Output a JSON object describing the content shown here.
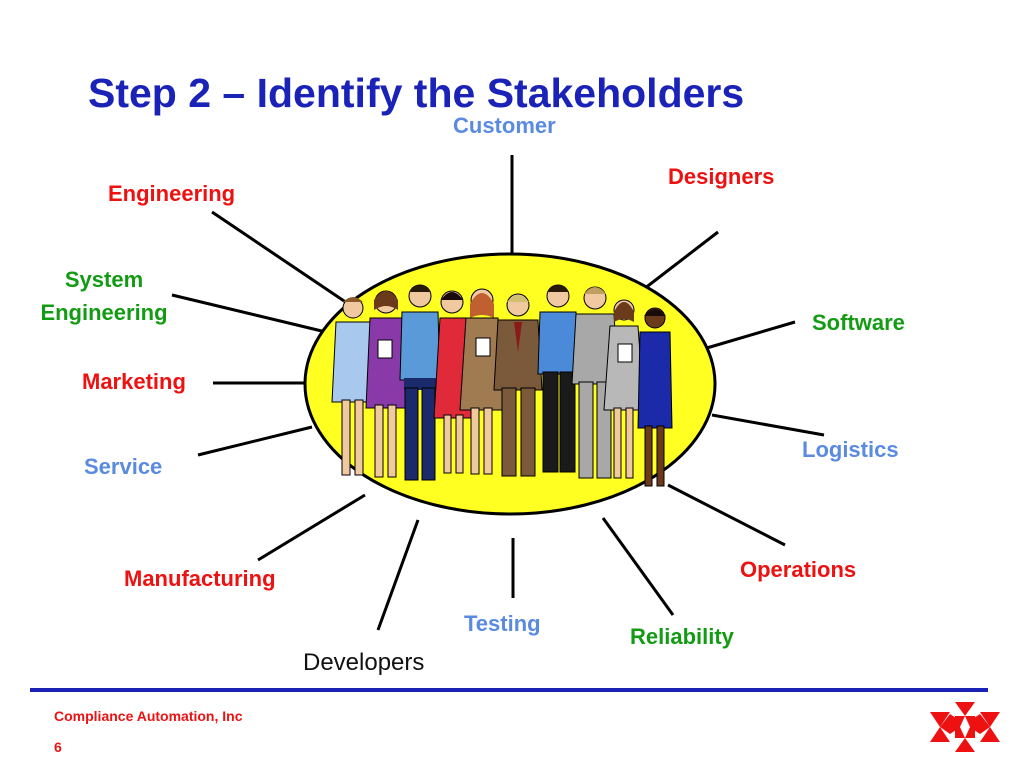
{
  "title": "Step 2 – Identify the Stakeholders",
  "center_image": "group-of-people-illustration",
  "stakeholders": {
    "customer": "Customer",
    "designers": "Designers",
    "engineering": "Engineering",
    "system_engineering": [
      "System",
      "Engineering"
    ],
    "software": "Software",
    "marketing": "Marketing",
    "service": "Service",
    "logistics": "Logistics",
    "operations": "Operations",
    "manufacturing": "Manufacturing",
    "testing": "Testing",
    "reliability": "Reliability",
    "developers": "Developers"
  },
  "footer": {
    "company": "Compliance Automation, Inc",
    "page_number": "6"
  },
  "colors": {
    "title": "#1a22b8",
    "red_label": "#ee1111",
    "green_label": "#139b13",
    "blue_label": "#5a8be0",
    "ellipse_fill": "#ffff22",
    "footer_rule": "#1a22b8",
    "logo": "#ee1111"
  }
}
